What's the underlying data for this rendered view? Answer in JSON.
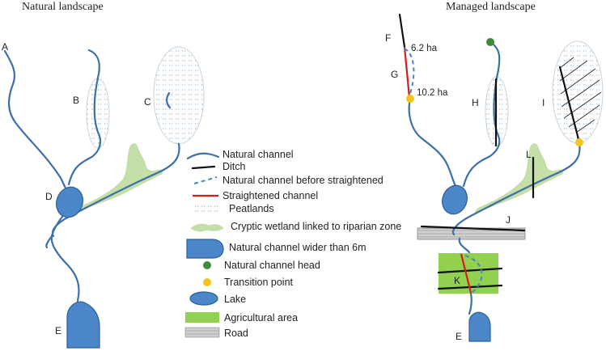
{
  "titles": {
    "natural": "Natural landscape",
    "managed": "Managed landscape"
  },
  "labels": {
    "A": "A",
    "B": "B",
    "C": "C",
    "D": "D",
    "E_left": "E",
    "F": "F",
    "G": "G",
    "H": "H",
    "I": "I",
    "J": "J",
    "K": "K",
    "L": "L",
    "E_right": "E"
  },
  "areas": {
    "upper": "6.2 ha",
    "lower": "10.2 ha"
  },
  "legend": [
    {
      "key": "natural-channel",
      "label": "Natural channel"
    },
    {
      "key": "ditch",
      "label": "Ditch"
    },
    {
      "key": "natural-channel-before-straightened",
      "label": "Natural channel before straightened"
    },
    {
      "key": "straightened-channel",
      "label": "Straightened channel"
    },
    {
      "key": "peatlands",
      "label": "Peatlands"
    },
    {
      "key": "cryptic-wetland",
      "label": "Cryptic wetland linked to riparian zone"
    },
    {
      "key": "wide-channel",
      "label": "Natural channel wider than 6m"
    },
    {
      "key": "channel-head",
      "label": "Natural channel head"
    },
    {
      "key": "transition-point",
      "label": "Transition point"
    },
    {
      "key": "lake",
      "label": "Lake"
    },
    {
      "key": "agricultural-area",
      "label": "Agricultural area"
    },
    {
      "key": "road",
      "label": "Road"
    }
  ],
  "colors": {
    "channel": "#3d6fa8",
    "lake": "#4a86c8",
    "straightened": "#d11f1f",
    "ditch": "#111111",
    "wetland": "#c5dfa8",
    "agricultural": "#92d050",
    "transition": "#f5c518",
    "channel_head": "#3f8a3a",
    "road": "#b8b8b8"
  }
}
